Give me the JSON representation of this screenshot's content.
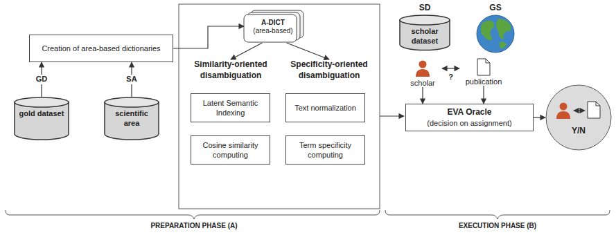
{
  "diagram": {
    "nodes": [
      {
        "text": [
          "Creation of area-based dictionaries"
        ]
      },
      {
        "text": [
          "gold dataset"
        ]
      },
      {
        "text": [
          "scientific area"
        ]
      },
      {
        "text": [
          "A-DICT",
          "(area-based)"
        ]
      },
      {
        "text": [
          "Similarity-oriented disambiguation"
        ]
      },
      {
        "text": [
          "Latent Semantic Indexing"
        ]
      },
      {
        "text": [
          "Cosine similarity computing"
        ]
      },
      {
        "text": [
          "Specificity-oriented disambiguation"
        ]
      },
      {
        "text": [
          "Text normalization"
        ]
      },
      {
        "text": [
          "Term specificity computing"
        ]
      },
      {
        "text": [
          "SD",
          "scholar dataset"
        ]
      },
      {
        "text": [
          "GS"
        ]
      },
      {
        "text": [
          "scholar"
        ]
      },
      {
        "text": [
          "publication"
        ]
      },
      {
        "text": [
          "EVA Oracle",
          "(decision on assignment)"
        ]
      },
      {
        "text": [
          "Y/N"
        ]
      }
    ],
    "edges": [
      {
        "from": 1,
        "to": 0,
        "label": "GD",
        "arrow": "to"
      },
      {
        "from": 2,
        "to": 0,
        "label": "SA",
        "arrow": "to"
      },
      {
        "from": 0,
        "to": 3,
        "arrow": "to"
      },
      {
        "from": 3,
        "to": 4,
        "arrow": "to"
      },
      {
        "from": 3,
        "to": 7,
        "arrow": "to"
      },
      {
        "from": 12,
        "to": 13,
        "label": "?",
        "arrow": "both"
      },
      {
        "from": 12,
        "to": 14,
        "arrow": "to"
      },
      {
        "from": 13,
        "to": 14,
        "arrow": "to"
      },
      {
        "from": 14,
        "to": 15,
        "arrow": "to"
      }
    ],
    "labels": [
      "PREPARATION PHASE (A)",
      "EXECUTION PHASE (B)"
    ]
  }
}
